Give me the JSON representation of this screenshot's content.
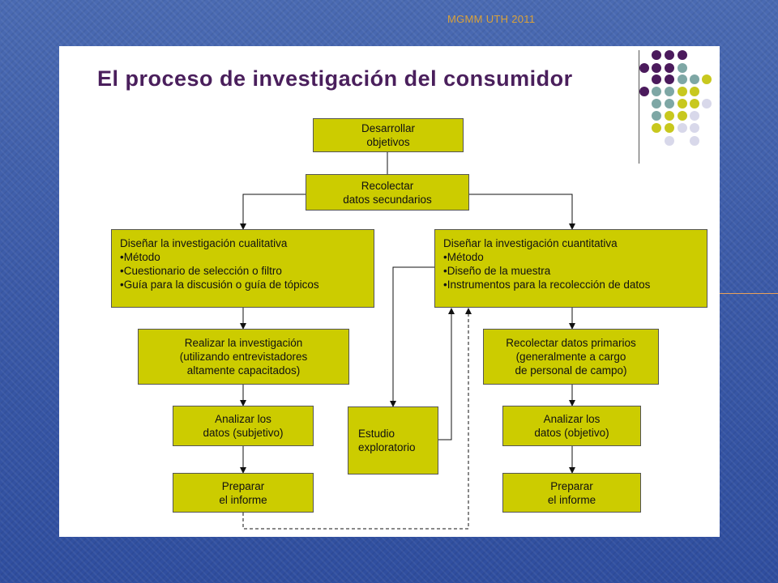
{
  "header": {
    "footer_label": "MGMM UTH 2011"
  },
  "slide": {
    "title": "El proceso de investigación del consumidor"
  },
  "colors": {
    "box_fill": "#cccc00",
    "title_color": "#4a1f5c",
    "background": "#3b5aa8"
  },
  "decoration": {
    "dot_colors": {
      "purple": "#4b1a5c",
      "teal": "#7ea7a5",
      "yellow": "#c8c81e",
      "lavender": "#d8d8ea"
    }
  },
  "diagram": {
    "desarrollar": {
      "lines": [
        "Desarrollar",
        "objetivos"
      ]
    },
    "recolectar_sec": {
      "lines": [
        "Recolectar",
        "datos secundarios"
      ]
    },
    "cualitativa": {
      "heading": "Diseñar la investigación cualitativa",
      "items": [
        "•Método",
        "•Cuestionario de selección o filtro",
        "•Guía para la discusión o guía de tópicos"
      ]
    },
    "cuantitativa": {
      "heading": "Diseñar la investigación cuantitativa",
      "items": [
        "•Método",
        "•Diseño de la muestra",
        "•Instrumentos para la recolección de datos"
      ]
    },
    "realizar": {
      "lines": [
        "Realizar la investigación",
        "(utilizando entrevistadores",
        "altamente capacitados)"
      ]
    },
    "recolectar_prim": {
      "lines": [
        "Recolectar datos primarios",
        "(generalmente a cargo",
        "de personal de campo)"
      ]
    },
    "analizar_subj": {
      "lines": [
        "Analizar los",
        "datos (subjetivo)"
      ]
    },
    "estudio": {
      "lines": [
        "Estudio",
        "exploratorio"
      ]
    },
    "analizar_obj": {
      "lines": [
        "Analizar los",
        "datos (objetivo)"
      ]
    },
    "preparar_left": {
      "lines": [
        "Preparar",
        "el informe"
      ]
    },
    "preparar_right": {
      "lines": [
        "Preparar",
        "el informe"
      ]
    }
  }
}
